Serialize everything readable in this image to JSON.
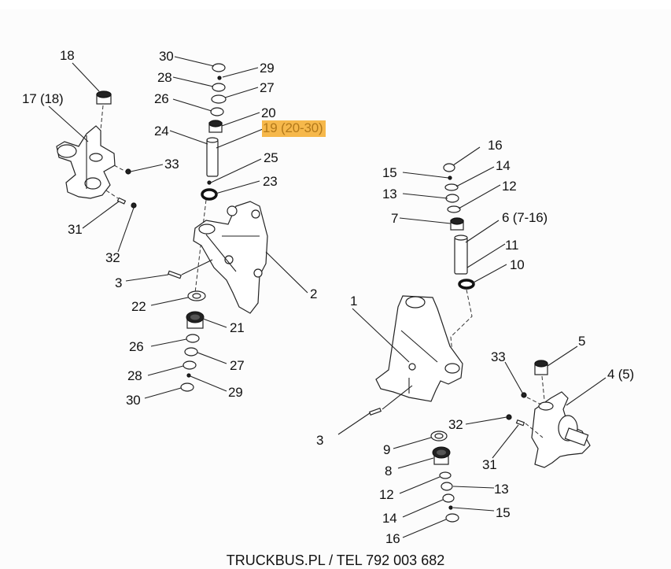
{
  "diagram": {
    "highlight_color": "#f6b84b",
    "callouts": {
      "c18": "18",
      "c17": "17 (18)",
      "c33a": "33",
      "c31a": "31",
      "c32a": "32",
      "c30a": "30",
      "c29a": "29",
      "c28a": "28",
      "c27a": "27",
      "c26a": "26",
      "c20": "20",
      "c19": "19 (20-30)",
      "c24": "24",
      "c25": "25",
      "c23": "23",
      "c3a": "3",
      "c2": "2",
      "c22": "22",
      "c21": "21",
      "c26b": "26",
      "c27b": "27",
      "c28b": "28",
      "c29b": "29",
      "c30b": "30",
      "c16a": "16",
      "c15a": "15",
      "c14a": "14",
      "c13a": "13",
      "c12a": "12",
      "c7": "7",
      "c6": "6 (7-16)",
      "c11": "11",
      "c10": "10",
      "c1": "1",
      "c5": "5",
      "c33b": "33",
      "c4": "4 (5)",
      "c3b": "3",
      "c32b": "32",
      "c9": "9",
      "c31b": "31",
      "c8": "8",
      "c13b": "13",
      "c12b": "12",
      "c15b": "15",
      "c14b": "14",
      "c16b": "16"
    }
  },
  "footer": {
    "text": "TRUCKBUS.PL / TEL 792 003 682"
  }
}
